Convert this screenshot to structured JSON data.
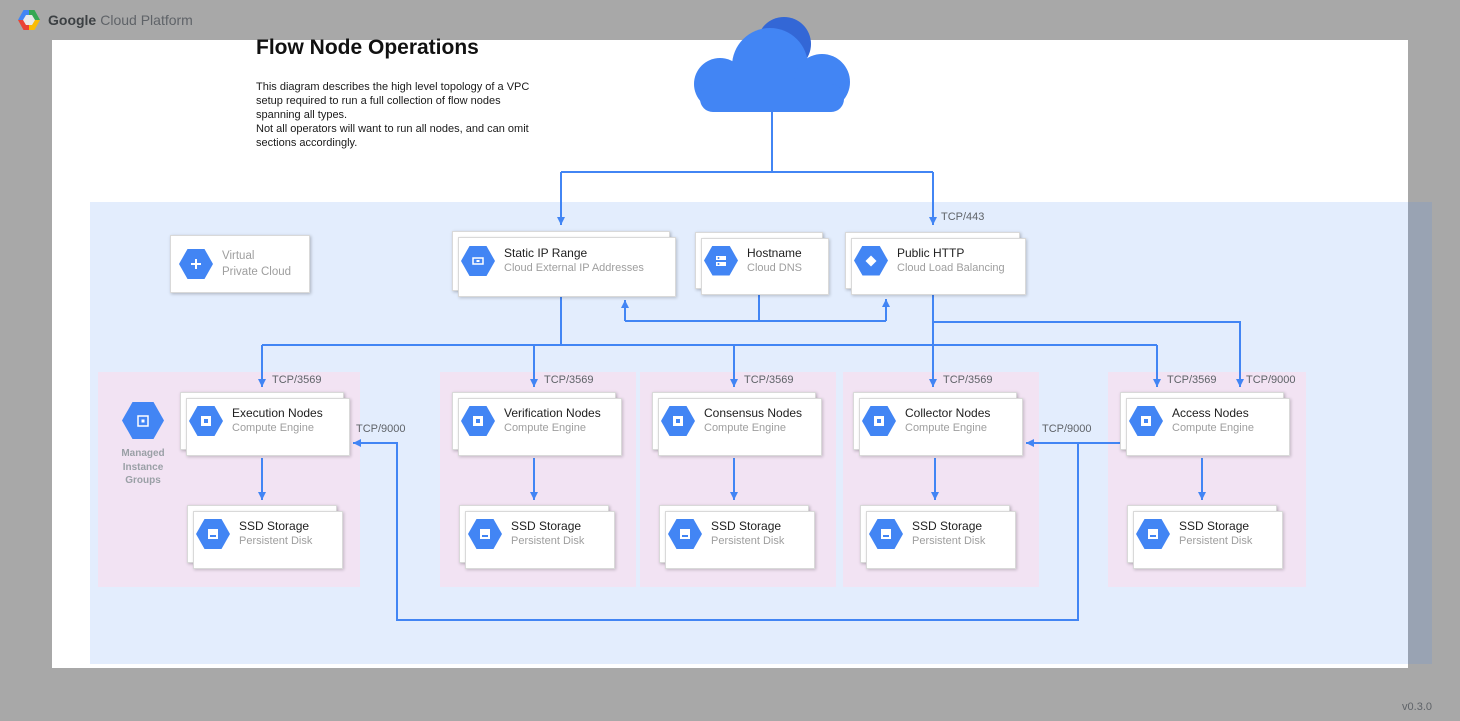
{
  "header": {
    "brand_bold": "Google",
    "brand_rest": "Cloud Platform"
  },
  "title": "Flow Node Operations",
  "description": "This diagram describes the high level topology of a VPC setup required to run a full collection of flow nodes spanning all types.\nNot all operators will want to run all nodes, and can omit sections accordingly.",
  "version": "v0.3.0",
  "colors": {
    "accent_blue": "#4285f4",
    "vpc_fill": "#e3eefc",
    "group_fill": "#f2e3f3",
    "arrow": "#4285f4"
  },
  "vpc_card": {
    "line1": "Virtual",
    "line2": "Private Cloud"
  },
  "top_cards": {
    "static_ip": {
      "title": "Static IP Range",
      "subtitle": "Cloud External IP Addresses"
    },
    "hostname": {
      "title": "Hostname",
      "subtitle": "Cloud DNS"
    },
    "public_http": {
      "title": "Public HTTP",
      "subtitle": "Cloud Load Balancing"
    }
  },
  "ports": {
    "https": "TCP/443",
    "flow": "TCP/3569",
    "grpc": "TCP/9000"
  },
  "mig_label": "Managed\nInstance\nGroups",
  "groups": [
    {
      "title": "Execution Nodes",
      "subtitle": "Compute Engine",
      "storage_title": "SSD Storage",
      "storage_subtitle": "Persistent Disk",
      "port": "TCP/3569"
    },
    {
      "title": "Verification Nodes",
      "subtitle": "Compute Engine",
      "storage_title": "SSD Storage",
      "storage_subtitle": "Persistent Disk",
      "port": "TCP/3569"
    },
    {
      "title": "Consensus Nodes",
      "subtitle": "Compute Engine",
      "storage_title": "SSD Storage",
      "storage_subtitle": "Persistent Disk",
      "port": "TCP/3569"
    },
    {
      "title": "Collector Nodes",
      "subtitle": "Compute Engine",
      "storage_title": "SSD Storage",
      "storage_subtitle": "Persistent Disk",
      "port": "TCP/3569"
    },
    {
      "title": "Access Nodes",
      "subtitle": "Compute Engine",
      "storage_title": "SSD Storage",
      "storage_subtitle": "Persistent Disk",
      "port": "TCP/3569"
    }
  ]
}
